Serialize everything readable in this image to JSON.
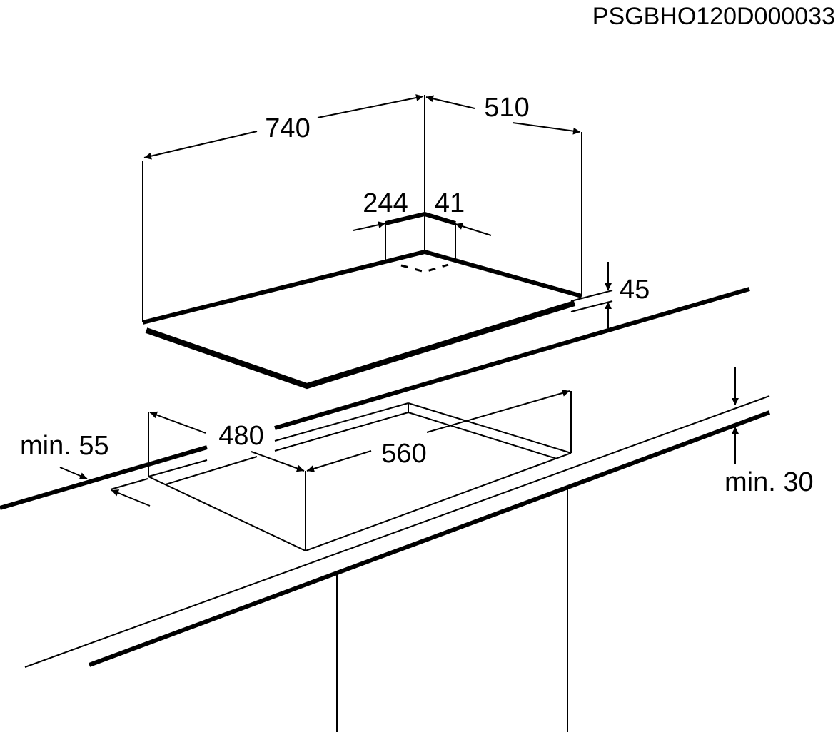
{
  "drawing_code": "PSGBHO120D000033",
  "dimensions": {
    "width": "740",
    "depth": "510",
    "gas_inlet_left": "244",
    "gas_inlet_right": "41",
    "height": "45",
    "cutout_depth": "480",
    "cutout_width": "560",
    "min_front_distance": "min. 55",
    "min_worktop_thickness": "min. 30"
  }
}
